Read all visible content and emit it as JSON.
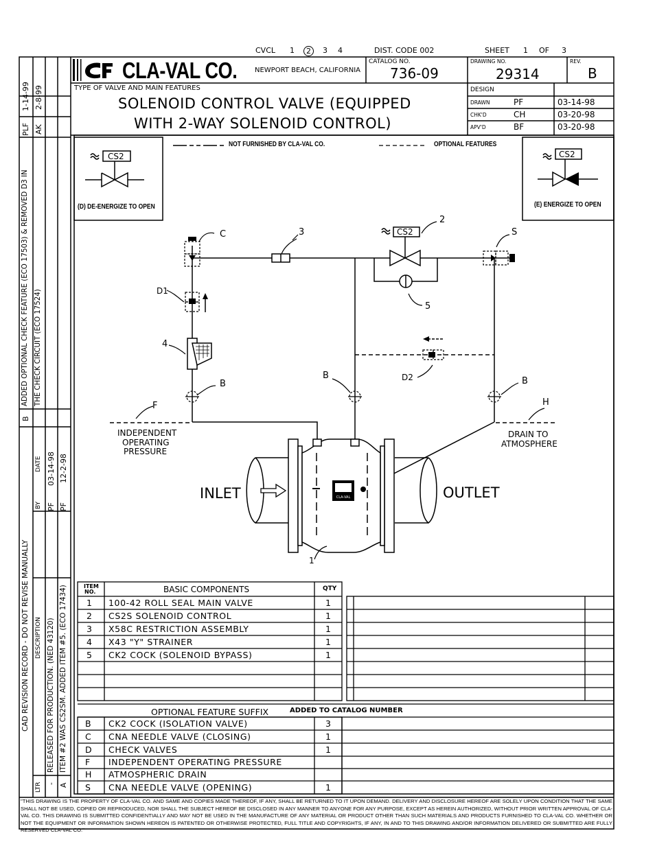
{
  "header": {
    "cvcl_label": "CVCL",
    "cvcl_numbers": [
      "1",
      "2",
      "3",
      "4"
    ],
    "cvcl_circled": "2",
    "dist_code": "DIST. CODE 002",
    "sheet_label": "SHEET",
    "sheet_num": "1",
    "sheet_of": "OF",
    "sheet_total": "3"
  },
  "company": {
    "name": "CLA-VAL CO.",
    "location": "NEWPORT BEACH, CALIFORNIA",
    "logo_text": "CLA-VAL"
  },
  "catalog": {
    "label": "CATALOG NO.",
    "value": "736-09"
  },
  "drawing": {
    "label": "DRAWING NO.",
    "value": "29314"
  },
  "rev": {
    "label": "REV.",
    "value": "B"
  },
  "valve_type": {
    "label": "TYPE OF VALVE AND MAIN FEATURES",
    "line1": "SOLENOID CONTROL VALVE (EQUIPPED",
    "line2": "WITH 2-WAY SOLENOID CONTROL)"
  },
  "signoffs": {
    "design_label": "DESIGN",
    "rows": [
      {
        "label": "DRAWN",
        "by": "PF",
        "date": "03-14-98"
      },
      {
        "label": "CHK'D",
        "by": "CH",
        "date": "03-20-98"
      },
      {
        "label": "APV'D",
        "by": "BF",
        "date": "03-20-98"
      }
    ]
  },
  "legend": {
    "not_furnished": "NOT FURNISHED BY CLA-VAL CO.",
    "optional": "OPTIONAL FEATURES"
  },
  "insets": {
    "left": {
      "tag": "CS2",
      "caption": "(D) DE-ENERGIZE TO OPEN"
    },
    "right": {
      "tag": "CS2",
      "caption": "(E) ENERGIZE TO OPEN"
    }
  },
  "diagram_labels": {
    "c": "C",
    "n3": "3",
    "n2": "2",
    "s": "S",
    "cs2": "CS2",
    "d1": "D1",
    "n5": "5",
    "n4": "4",
    "b_left": "B",
    "b_mid": "B",
    "b_right": "B",
    "d2": "D2",
    "f": "F",
    "h": "H",
    "n1": "1",
    "independent": [
      "INDEPENDENT",
      "OPERATING",
      "PRESSURE"
    ],
    "drain": [
      "DRAIN TO",
      "ATMOSPHERE"
    ],
    "inlet": "INLET",
    "outlet": "OUTLET"
  },
  "basic_components": {
    "item_header": [
      "ITEM",
      "NO."
    ],
    "title": "BASIC COMPONENTS",
    "qty_header": "QTY",
    "rows": [
      {
        "no": "1",
        "desc": "100-42 ROLL SEAL MAIN VALVE",
        "qty": "1"
      },
      {
        "no": "2",
        "desc": "CS2S SOLENOID CONTROL",
        "qty": "1"
      },
      {
        "no": "3",
        "desc": "X58C RESTRICTION ASSEMBLY",
        "qty": "1"
      },
      {
        "no": "4",
        "desc": "X43 \"Y\" STRAINER",
        "qty": "1"
      },
      {
        "no": "5",
        "desc": "CK2 COCK (SOLENOID BYPASS)",
        "qty": "1"
      }
    ]
  },
  "optional_features": {
    "title": "OPTIONAL FEATURE SUFFIX",
    "note": "ADDED TO CATALOG NUMBER",
    "rows": [
      {
        "code": "B",
        "desc": "CK2 COCK (ISOLATION VALVE)",
        "qty": "3"
      },
      {
        "code": "C",
        "desc": "CNA NEEDLE VALVE (CLOSING)",
        "qty": "1"
      },
      {
        "code": "D",
        "desc": "CHECK VALVES",
        "qty": "1"
      },
      {
        "code": "F",
        "desc": "INDEPENDENT OPERATING PRESSURE",
        "qty": ""
      },
      {
        "code": "H",
        "desc": "ATMOSPHERIC DRAIN",
        "qty": ""
      },
      {
        "code": "S",
        "desc": "CNA NEEDLE VALVE (OPENING)",
        "qty": "1"
      }
    ]
  },
  "revision_strip": {
    "top_cols": [
      {
        "date": "1-14-99",
        "by": "PLF",
        "desc": "ADDED OPTIONAL CHECK FEATURE (ECO 17503) & REMOVED D3 IN",
        "ltr": "B"
      },
      {
        "date": "2-8-99",
        "by": "AK",
        "desc": "THE CHECK CIRCUIT (ECO 17524)",
        "ltr": ""
      }
    ],
    "record_title": "CAD REVISION RECORD - DO NOT REVISE MANUALLY",
    "headers": {
      "ltr": "LTR",
      "description": "DESCRIPTION",
      "by": "BY",
      "date": "DATE"
    },
    "rows": [
      {
        "ltr": "-",
        "desc": "RELEASED FOR PRODUCTION. (NED 43120)",
        "by": "PF",
        "date": "03-14-98"
      },
      {
        "ltr": "A",
        "desc": "ITEM #2 WAS CS2SM. ADDED ITEM #5. (ECO 17434)",
        "by": "PF",
        "date": "12-2-98"
      }
    ]
  },
  "footer": {
    "notice": "\"THIS DRAWING IS THE PROPERTY OF CLA-VAL CO. AND SAME AND COPIES MADE THEREOF, IF ANY, SHALL BE RETURNED TO IT UPON DEMAND. DELIVERY AND DISCLOSURE HEREOF ARE SOLELY UPON CONDITION THAT THE SAME SHALL NOT BE USED, COPIED OR REPRODUCED, NOR SHALL THE SUBJECT HEREOF BE DISCLOSED IN ANY MANNER TO ANYONE FOR ANY PURPOSE, EXCEPT AS HEREIN AUTHORIZED, WITHOUT PRIOR WRITTEN APPROVAL OF CLA-VAL CO. THIS DRAWING IS SUBMITTED CONFIDENTIALLY AND MAY NOT BE USED IN THE MANUFACTURE OF ANY MATERIAL OR PRODUCT OTHER THAN SUCH MATERIALS AND PRODUCTS FURNISHED TO CLA-VAL CO. WHETHER OR NOT THE EQUIPMENT OR INFORMATION SHOWN HEREON IS PATENTED OR OTHERWISE PROTECTED, FULL TITLE AND COPYRIGHTS, IF ANY, IN AND TO THIS DRAWING AND/OR INFORMATION DELIVERED OR SUBMITTED ARE FULLY RESERVED CLA-VAL CO.\""
  }
}
